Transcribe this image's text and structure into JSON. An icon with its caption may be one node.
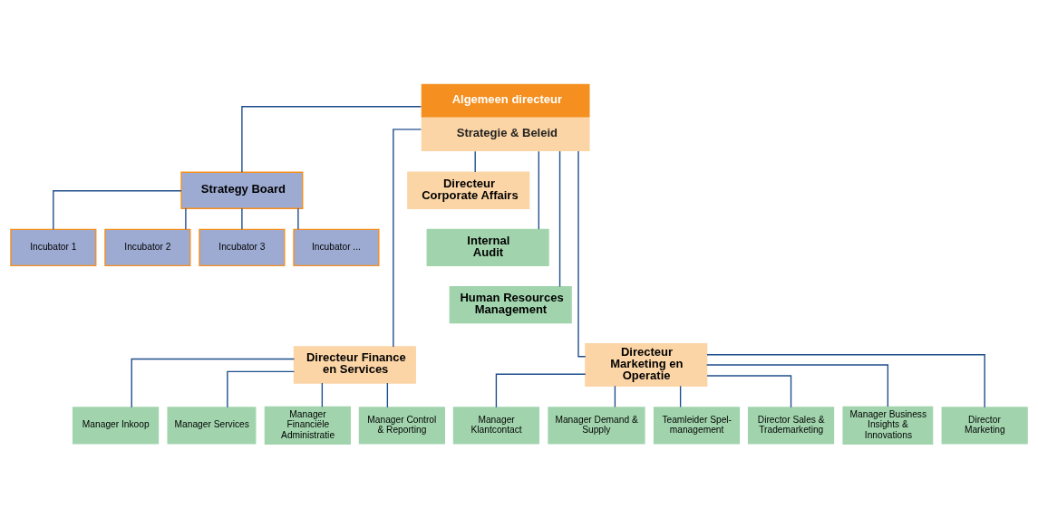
{
  "diagram": {
    "nodes": [
      {
        "text": [
          "Algemeen directeur",
          "Strategie & Beleid"
        ]
      },
      {
        "text": [
          "Strategy Board"
        ]
      },
      {
        "text": [
          "Incubator 1"
        ]
      },
      {
        "text": [
          "Incubator 2"
        ]
      },
      {
        "text": [
          "Incubator 3"
        ]
      },
      {
        "text": [
          "Incubator ..."
        ]
      },
      {
        "text": [
          "Directeur Corporate Affairs"
        ]
      },
      {
        "text": [
          "Internal Audit"
        ]
      },
      {
        "text": [
          "Human Resources Management"
        ]
      },
      {
        "text": [
          "Directeur Finance en Services"
        ]
      },
      {
        "text": [
          "Directeur Marketing en Operatie"
        ]
      },
      {
        "text": [
          "Manager Financiële Administratie"
        ]
      },
      {
        "text": [
          "Manager Control & Reporting"
        ]
      },
      {
        "text": [
          "Manager Inkoop"
        ]
      },
      {
        "text": [
          "Manager Services"
        ]
      },
      {
        "text": [
          "Teamleider Spel-management"
        ]
      },
      {
        "text": [
          "Director Sales & Trademarketing"
        ]
      },
      {
        "text": [
          "Manager Business Insights & Innovations"
        ]
      },
      {
        "text": [
          "Director Marketing"
        ]
      },
      {
        "text": [
          "Manager Klantcontact"
        ]
      },
      {
        "text": [
          "Manager Demand & Supply"
        ]
      }
    ],
    "edges": [
      {
        "from": 0,
        "to": 1,
        "arrow": "none"
      },
      {
        "from": 0,
        "to": 6,
        "arrow": "none"
      },
      {
        "from": 0,
        "to": 7,
        "arrow": "none"
      },
      {
        "from": 0,
        "to": 8,
        "arrow": "none"
      },
      {
        "from": 0,
        "to": 9,
        "arrow": "none"
      },
      {
        "from": 0,
        "to": 10,
        "arrow": "none"
      },
      {
        "from": 1,
        "to": 2,
        "arrow": "none"
      },
      {
        "from": 1,
        "to": 3,
        "arrow": "none"
      },
      {
        "from": 1,
        "to": 4,
        "arrow": "none"
      },
      {
        "from": 1,
        "to": 5,
        "arrow": "none"
      },
      {
        "from": 9,
        "to": 11,
        "arrow": "none"
      },
      {
        "from": 9,
        "to": 12,
        "arrow": "none"
      },
      {
        "from": 9,
        "to": 13,
        "arrow": "none"
      },
      {
        "from": 9,
        "to": 14,
        "arrow": "none"
      },
      {
        "from": 10,
        "to": 15,
        "arrow": "none"
      },
      {
        "from": 10,
        "to": 16,
        "arrow": "none"
      },
      {
        "from": 10,
        "to": 17,
        "arrow": "none"
      },
      {
        "from": 10,
        "to": 18,
        "arrow": "none"
      },
      {
        "from": 10,
        "to": 19,
        "arrow": "none"
      },
      {
        "from": 10,
        "to": 20,
        "arrow": "none"
      }
    ]
  }
}
